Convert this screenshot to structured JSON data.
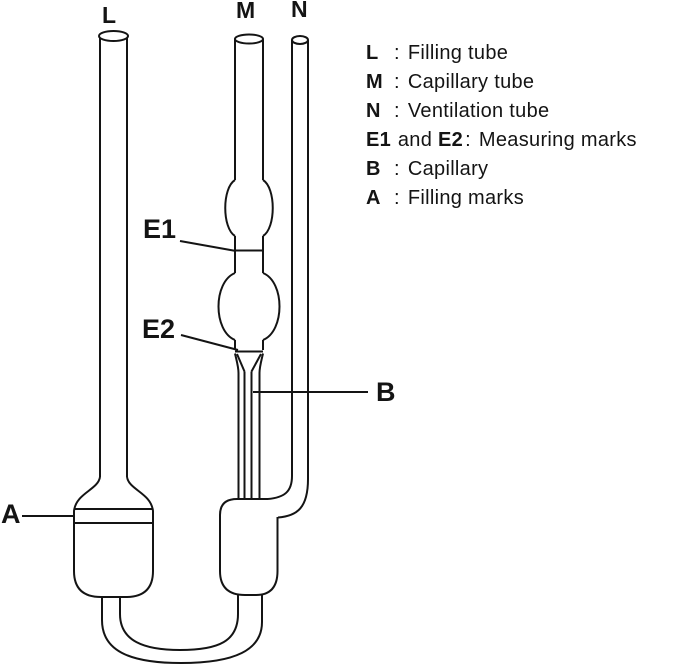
{
  "diagram": {
    "background": "#ffffff",
    "line_color": "#141414",
    "tube_labels": {
      "L": "L",
      "M": "M",
      "N": "N"
    },
    "part_labels": {
      "E1": "E1",
      "E2": "E2",
      "B": "B",
      "A": "A"
    }
  },
  "legend": {
    "separator": ":",
    "items": [
      {
        "key": "L",
        "mid": "",
        "key2": "",
        "label": "Filling tube"
      },
      {
        "key": "M",
        "mid": "",
        "key2": "",
        "label": "Capillary tube"
      },
      {
        "key": "N",
        "mid": "",
        "key2": "",
        "label": "Ventilation tube"
      },
      {
        "key": "E1",
        "mid": " and ",
        "key2": "E2",
        "label": "Measuring marks"
      },
      {
        "key": "B",
        "mid": "",
        "key2": "",
        "label": "Capillary"
      },
      {
        "key": "A",
        "mid": "",
        "key2": "",
        "label": "Filling marks"
      }
    ]
  }
}
